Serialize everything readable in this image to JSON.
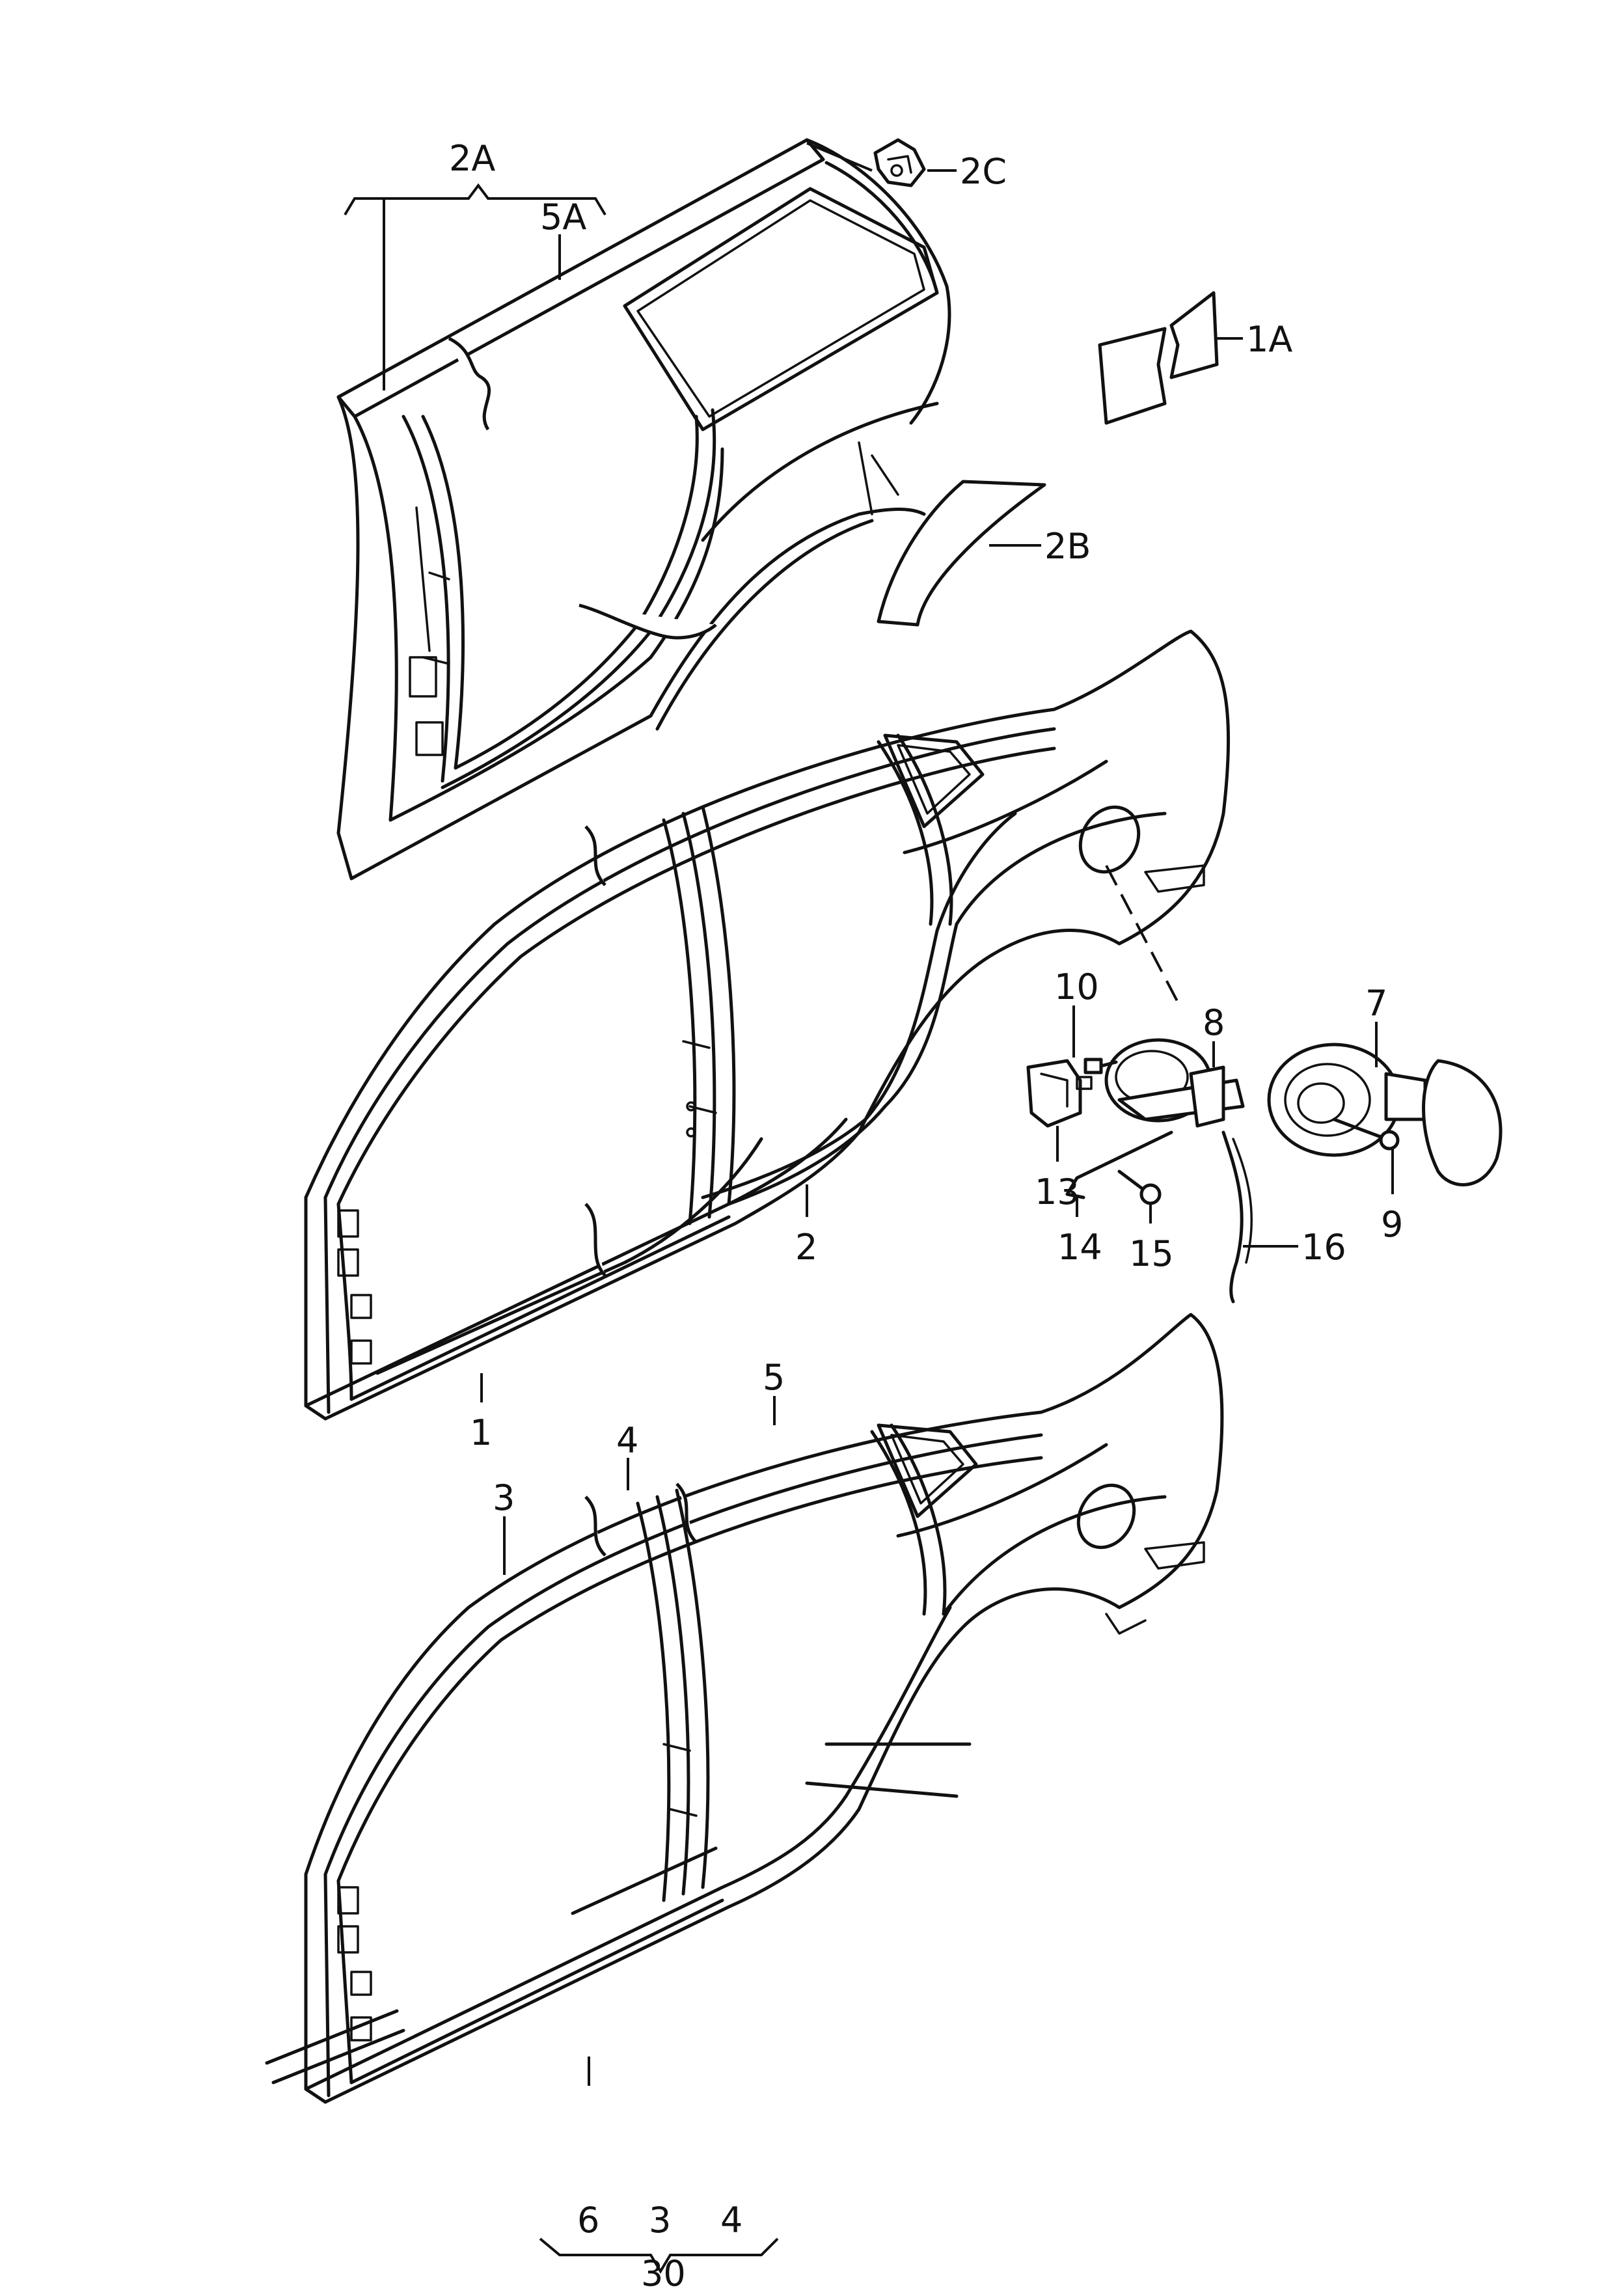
{
  "callouts": {
    "c_2A": "2A",
    "c_5A": "5A",
    "c_2C": "2C",
    "c_1A": "1A",
    "c_2B": "2B",
    "c_10": "10",
    "c_8": "8",
    "c_7": "7",
    "c_13": "13",
    "c_14": "14",
    "c_15": "15",
    "c_16": "16",
    "c_9": "9",
    "c_2": "2",
    "c_1": "1",
    "c_5": "5",
    "c_4a": "4",
    "c_3a": "3",
    "c_6": "6",
    "c_3b": "3",
    "c_4b": "4",
    "c_30": "30"
  }
}
